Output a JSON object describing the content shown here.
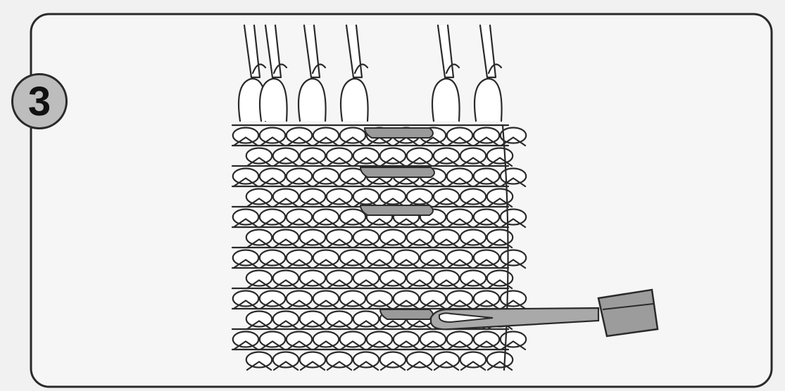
{
  "step": {
    "number": "3"
  },
  "diagram": {
    "stitch_rows": 12,
    "hook_side": "right",
    "colors": {
      "background": "#f1f1f1",
      "panel": "#f6f6f6",
      "outline": "#2a2a2a",
      "stitch_fill": "#ffffff",
      "highlight_stitch": "#9a9a9a",
      "hook": "#a9a9a9"
    }
  }
}
